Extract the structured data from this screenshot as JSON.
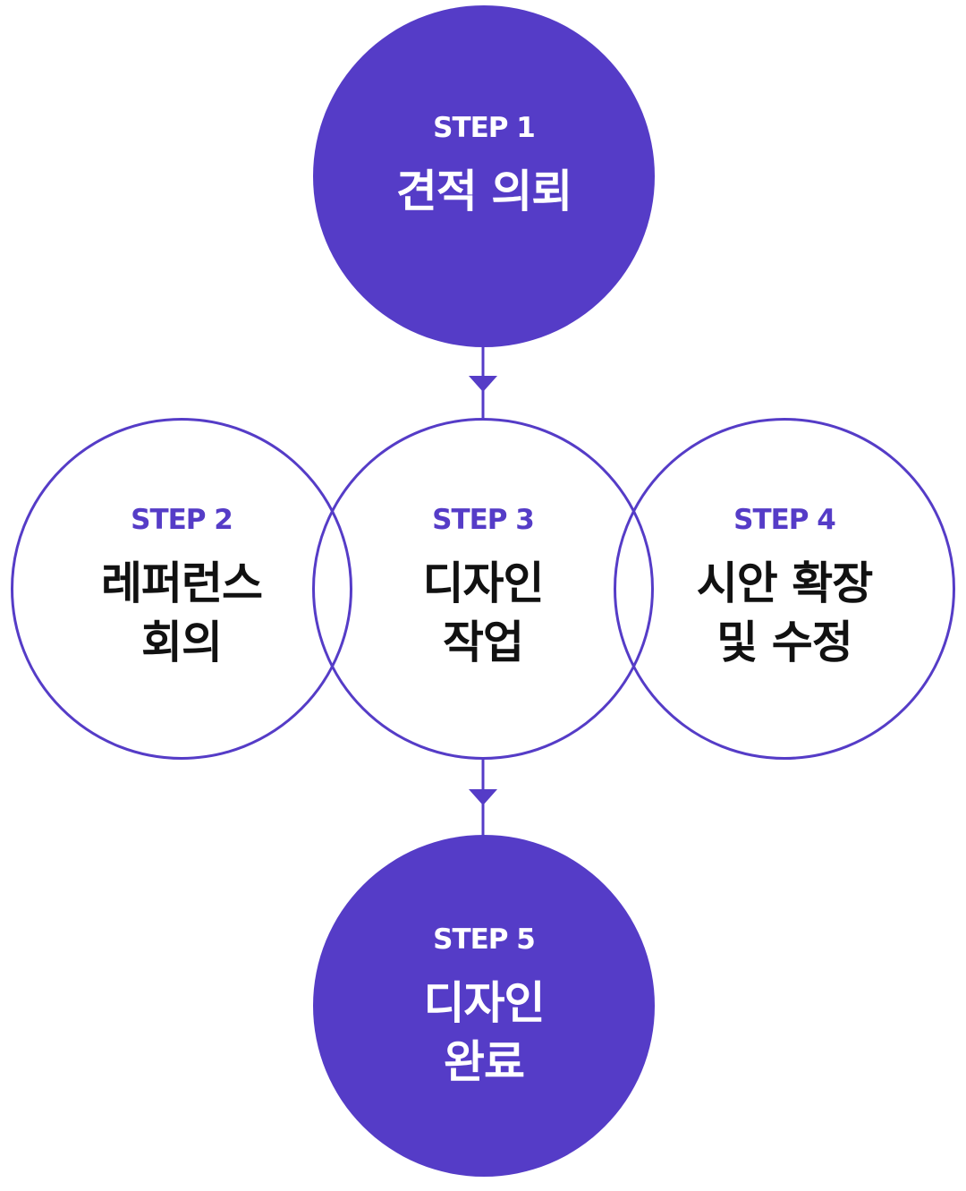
{
  "steps": [
    {
      "label": "STEP 1",
      "lines": [
        "견적 의뢰"
      ]
    },
    {
      "label": "STEP 2",
      "lines": [
        "레퍼런스",
        "회의"
      ]
    },
    {
      "label": "STEP 3",
      "lines": [
        "디자인",
        "작업"
      ]
    },
    {
      "label": "STEP 4",
      "lines": [
        "시안 확장",
        "및 수정"
      ]
    },
    {
      "label": "STEP 5",
      "lines": [
        "디자인",
        "완료"
      ]
    }
  ],
  "colors": {
    "accent": "#553cc7",
    "text": "#111111",
    "background": "#ffffff"
  }
}
